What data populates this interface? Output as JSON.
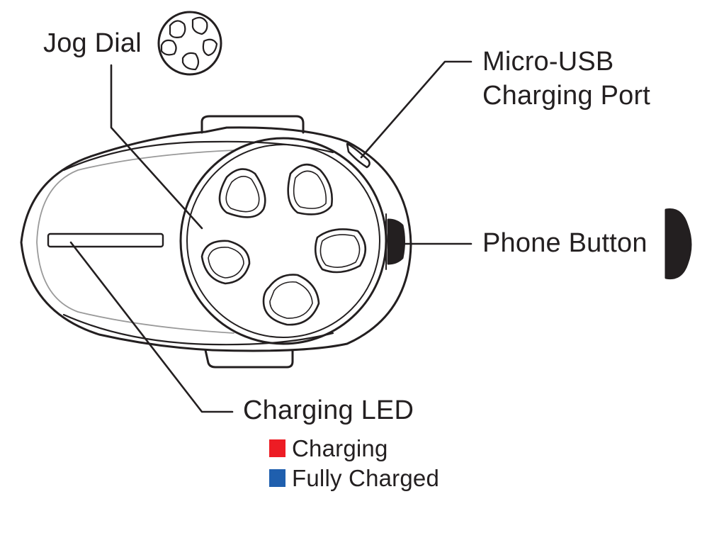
{
  "labels": {
    "jog_dial": "Jog Dial",
    "usb_line1": "Micro-USB",
    "usb_line2": "Charging Port",
    "phone_button": "Phone Button",
    "charging_led": "Charging LED"
  },
  "legend": [
    {
      "label": "Charging",
      "color": "#ed1c24"
    },
    {
      "label": "Fully Charged",
      "color": "#1f5fae"
    }
  ],
  "colors": {
    "stroke": "#231f20",
    "light_stroke": "#9a9a9a",
    "button_fill": "#231f20"
  }
}
